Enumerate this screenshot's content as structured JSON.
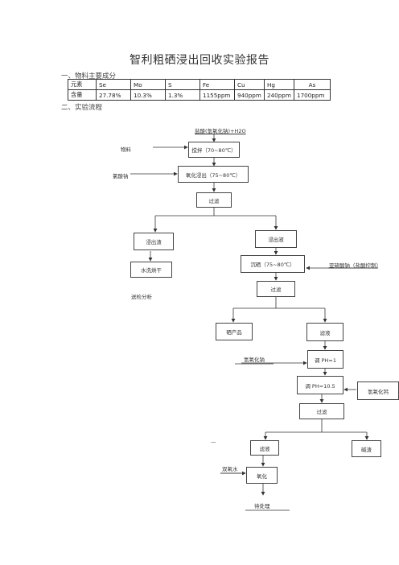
{
  "title": "智利粗硒浸出回收实验报告",
  "section1": "一、物料主要成分",
  "section2": "二、实验流程",
  "composition": {
    "header": [
      "元素",
      "Se",
      "Mo",
      "S",
      "Fe",
      "Cu",
      "Hg",
      "As"
    ],
    "values": [
      "含量",
      "27.78%",
      "10.3%",
      "1.3%",
      "1155ppm",
      "940ppm",
      "240ppm",
      "1700ppm"
    ]
  },
  "flow": {
    "top_reagent": "盐酸(氢氧化钠)+H2O",
    "material": "物料",
    "stir": "搅拌（70~80℃）",
    "chlorate": "氯酸钠",
    "oxidize_leach": "氧化浸出（75~80℃）",
    "filter1": "过滤",
    "residue": "浸出渣",
    "leachate": "浸出液",
    "wash_dry": "水洗烘干",
    "send_analysis": "送检分析",
    "precip_se": "沉硒（75~80℃）",
    "sulfite": "亚硫酸钠（盐酸控制）",
    "filter2": "过滤",
    "se_product": "硒产品",
    "filtrate1": "滤液",
    "naoh": "氢氧化钠",
    "ph1": "调 PH=1",
    "ph105": "调 PH=10.5",
    "caoh": "氢氧化钙",
    "filter3": "过滤",
    "filtrate2": "滤液",
    "alkali_residue": "碱渣",
    "h2o2": "双氧水",
    "oxidation": "氧化",
    "pending": "待处理",
    "dash_mark": "—"
  }
}
